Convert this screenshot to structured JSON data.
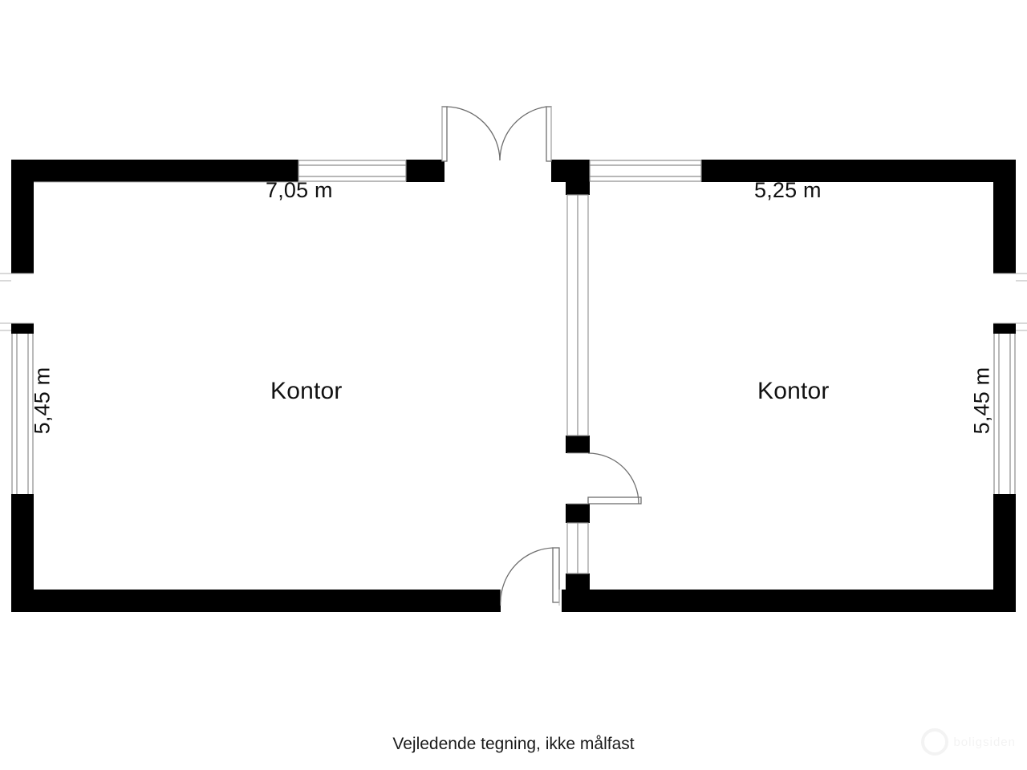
{
  "document": {
    "type": "floor-plan",
    "caption": "Vejledende tegning, ikke målfast",
    "background_color": "#ffffff",
    "wall_color": "#000000"
  },
  "rooms": [
    {
      "id": "room-left",
      "name": "Kontor",
      "width_label": "7,05 m",
      "height_label": "5,45 m"
    },
    {
      "id": "room-right",
      "name": "Kontor",
      "width_label": "5,25 m",
      "height_label": "5,45 m"
    }
  ],
  "dimensions": {
    "left_room_width": "7,05 m",
    "right_room_width": "5,25 m",
    "left_room_height": "5,45 m",
    "right_room_height": "5,45 m"
  },
  "openings": [
    {
      "id": "door-top-double",
      "type": "double-door",
      "location": "top-wall-center"
    },
    {
      "id": "door-partition",
      "type": "single-door",
      "location": "partition-wall-middle"
    },
    {
      "id": "door-bottom-left",
      "type": "single-door",
      "location": "bottom-wall-left-room"
    },
    {
      "id": "window-top-left",
      "type": "window",
      "location": "top-wall-left-room"
    },
    {
      "id": "window-top-right",
      "type": "window",
      "location": "top-wall-right-room"
    },
    {
      "id": "window-left",
      "type": "window",
      "location": "left-exterior-wall"
    },
    {
      "id": "window-right",
      "type": "window",
      "location": "right-exterior-wall"
    }
  ],
  "watermark": {
    "text": "boligsiden"
  }
}
